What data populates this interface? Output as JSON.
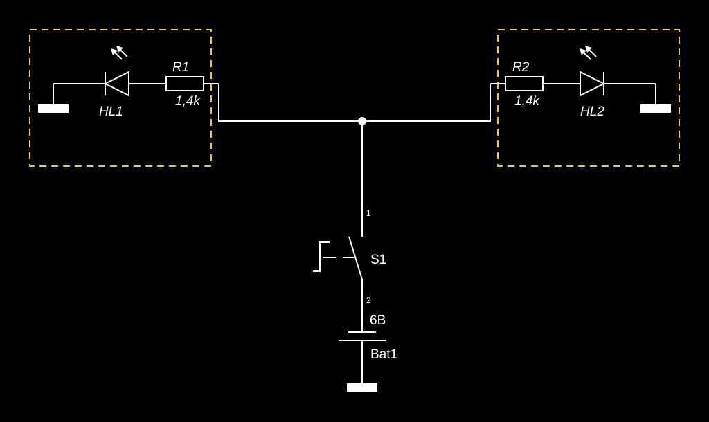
{
  "left_module": {
    "led_label": "HL1",
    "resistor_label": "R1",
    "resistor_value": "1,4k"
  },
  "right_module": {
    "led_label": "HL2",
    "resistor_label": "R2",
    "resistor_value": "1,4k"
  },
  "switch": {
    "label": "S1",
    "pin_top": "1",
    "pin_bottom": "2"
  },
  "battery": {
    "label": "Bat1",
    "voltage": "6B"
  },
  "colors": {
    "background": "#000000",
    "wire": "#ffffff",
    "module_border": "#e6d21e"
  }
}
